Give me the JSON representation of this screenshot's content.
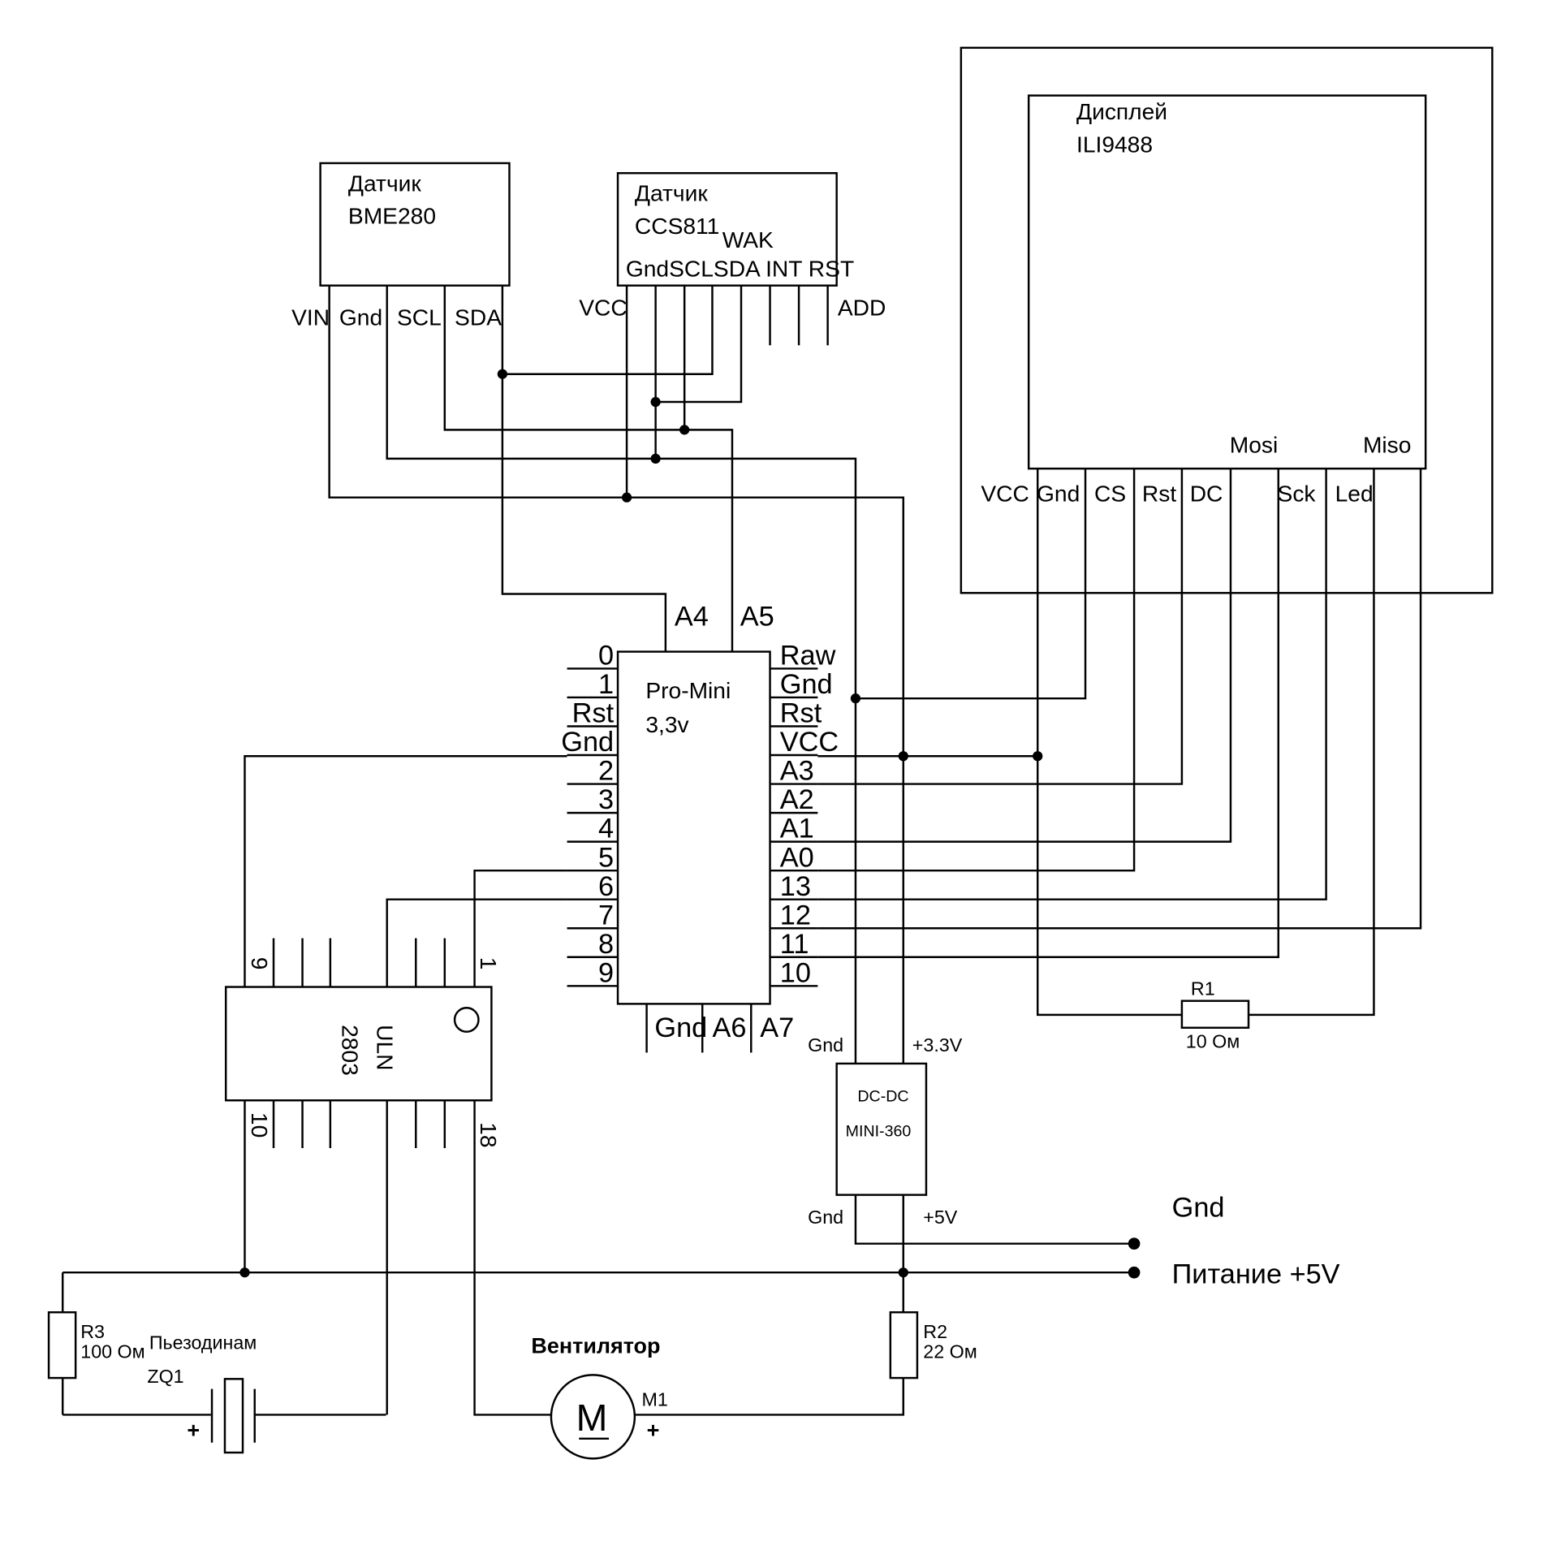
{
  "bme280": {
    "l1": "Датчик",
    "l2": "BME280",
    "vin": "VIN",
    "gnd": "Gnd",
    "scl": "SCL",
    "sda": "SDA"
  },
  "ccs811": {
    "l1": "Датчик",
    "l2": "CCS811",
    "wak": "WAK",
    "pins": "GndSCLSDA INT RST",
    "vcc": "VCC",
    "add": "ADD"
  },
  "display": {
    "l1": "Дисплей",
    "l2": "ILI9488",
    "mosi": "Mosi",
    "miso": "Miso",
    "pins": [
      "VCC",
      "Gnd",
      "CS",
      "Rst",
      "DC",
      "Sck",
      "Led"
    ]
  },
  "promini": {
    "l1": "Pro-Mini",
    "l2": "3,3v",
    "a4": "A4",
    "a5": "A5",
    "left": [
      "0",
      "1",
      "Rst",
      "Gnd",
      "2",
      "3",
      "4",
      "5",
      "6",
      "7",
      "8",
      "9"
    ],
    "right": [
      "Raw",
      "Gnd",
      "Rst",
      "VCC",
      "A3",
      "A2",
      "A1",
      "A0",
      "13",
      "12",
      "11",
      "10"
    ],
    "bottom": [
      "Gnd",
      "A6",
      "A7"
    ]
  },
  "uln": {
    "l1": "ULN",
    "l2": "2803",
    "p9": "9",
    "p1": "1",
    "p10": "10",
    "p18": "18"
  },
  "dcdc": {
    "l1": "DC-DC",
    "l2": "MINI-360",
    "gnd_in": "Gnd",
    "v33": "+3.3V",
    "gnd_out": "Gnd",
    "v5": "+5V"
  },
  "r1": {
    "name": "R1",
    "value": "10 Ом"
  },
  "r2": {
    "name": "R2",
    "value": "22 Ом"
  },
  "r3": {
    "name": "R3",
    "value": "100 Ом"
  },
  "buzzer": {
    "title": "Пьезодинам",
    "name": "ZQ1",
    "plus": "+"
  },
  "fan": {
    "title": "Вентилятор",
    "symbol": "M",
    "name": "M1",
    "plus": "+"
  },
  "power": {
    "gnd": "Gnd",
    "plus5": "Питание +5V"
  }
}
